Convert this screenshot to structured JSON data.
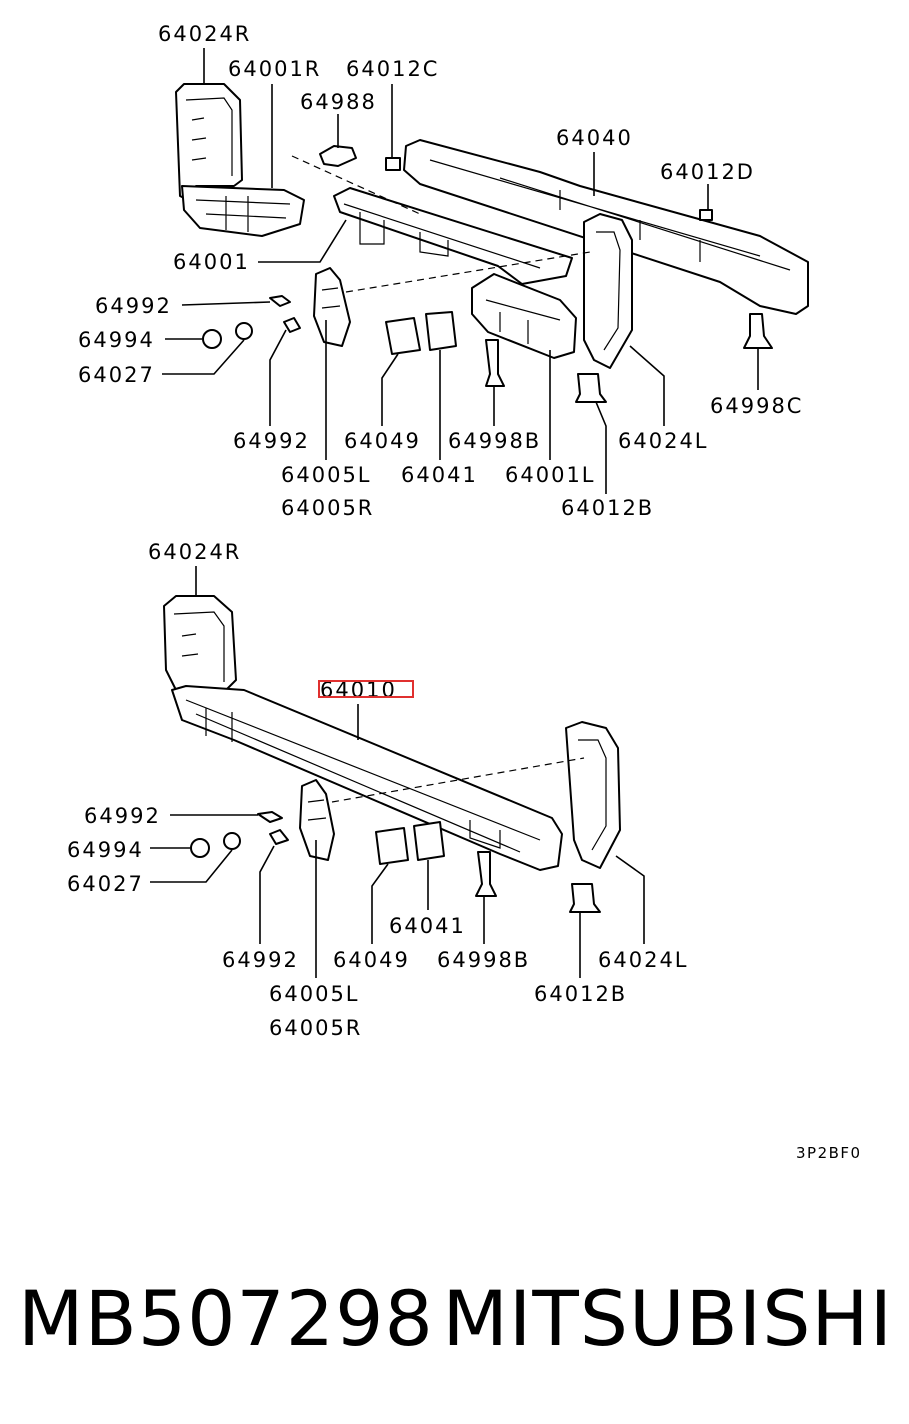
{
  "upper_assembly": {
    "labels": {
      "p64024R": "64024R",
      "p64001R": "64001R",
      "p64012C": "64012C",
      "p64988": "64988",
      "p64040": "64040",
      "p64012D": "64012D",
      "p64001": "64001",
      "p64992a": "64992",
      "p64994": "64994",
      "p64027": "64027",
      "p64992b": "64992",
      "p64049": "64049",
      "p64998B": "64998B",
      "p64024L": "64024L",
      "p64998C": "64998C",
      "p64005L": "64005L",
      "p64041": "64041",
      "p64001L": "64001L",
      "p64005R": "64005R",
      "p64012B": "64012B"
    }
  },
  "lower_assembly": {
    "labels": {
      "p64024R": "64024R",
      "p64010": "64010",
      "p64992a": "64992",
      "p64994": "64994",
      "p64027": "64027",
      "p64041": "64041",
      "p64992b": "64992",
      "p64049": "64049",
      "p64998B": "64998B",
      "p64024L": "64024L",
      "p64005L": "64005L",
      "p64012B": "64012B",
      "p64005R": "64005R"
    },
    "highlighted_part": "64010",
    "highlight_color": "#e0302f"
  },
  "diagram_code": "3P2BF0",
  "footer": {
    "part_number": "MB507298",
    "brand": "MITSUBISHI"
  }
}
